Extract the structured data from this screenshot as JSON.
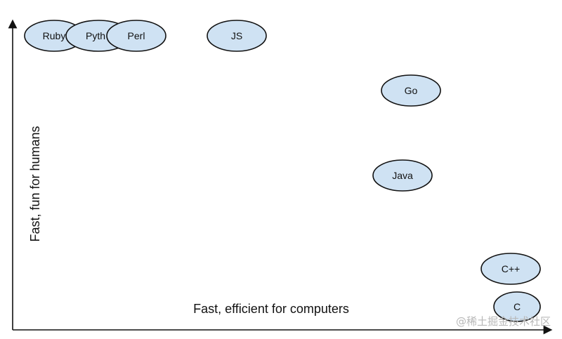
{
  "axes": {
    "x_label": "Fast, efficient for computers",
    "y_label": "Fast, fun for humans"
  },
  "nodes": [
    {
      "id": "ruby",
      "label": "Ruby"
    },
    {
      "id": "python",
      "label": "Pyth"
    },
    {
      "id": "perl",
      "label": "Perl"
    },
    {
      "id": "js",
      "label": "JS"
    },
    {
      "id": "go",
      "label": "Go"
    },
    {
      "id": "java",
      "label": "Java"
    },
    {
      "id": "cpp",
      "label": "C++"
    },
    {
      "id": "c",
      "label": "C"
    }
  ],
  "watermark": "@稀土掘金技术社区",
  "colors": {
    "node_fill": "#cfe2f3",
    "node_stroke": "#111111",
    "axis": "#111111"
  }
}
